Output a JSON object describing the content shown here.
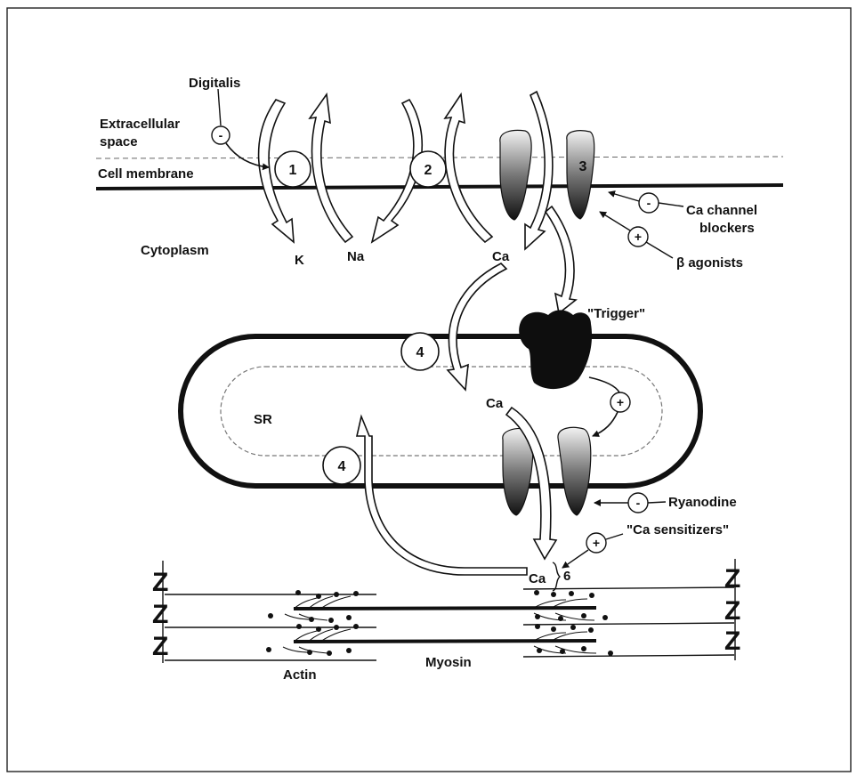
{
  "labels": {
    "digitalis": "Digitalis",
    "extracellular": "Extracellular",
    "space": "space",
    "cell_membrane": "Cell membrane",
    "cytoplasm": "Cytoplasm",
    "k": "K",
    "na": "Na",
    "ca_top": "Ca",
    "ca_channel": "Ca channel",
    "blockers": "blockers",
    "beta_agonists": "β agonists",
    "trigger": "\"Trigger\"",
    "sr": "SR",
    "ca_sr": "Ca",
    "ryanodine": "Ryanodine",
    "ca_sensitizers": "\"Ca sensitizers\"",
    "ca_bottom": "Ca",
    "six": "6",
    "actin": "Actin",
    "myosin": "Myosin"
  },
  "numbers": {
    "n1": "1",
    "n2": "2",
    "n3": "3",
    "n4a": "4",
    "n4b": "4"
  },
  "signs": {
    "digitalis": "-",
    "ca_channel_blockers": "-",
    "beta_agonists": "+",
    "trigger": "+",
    "ryanodine": "-",
    "ca_sensitizers": "+"
  },
  "z_line": "Z"
}
